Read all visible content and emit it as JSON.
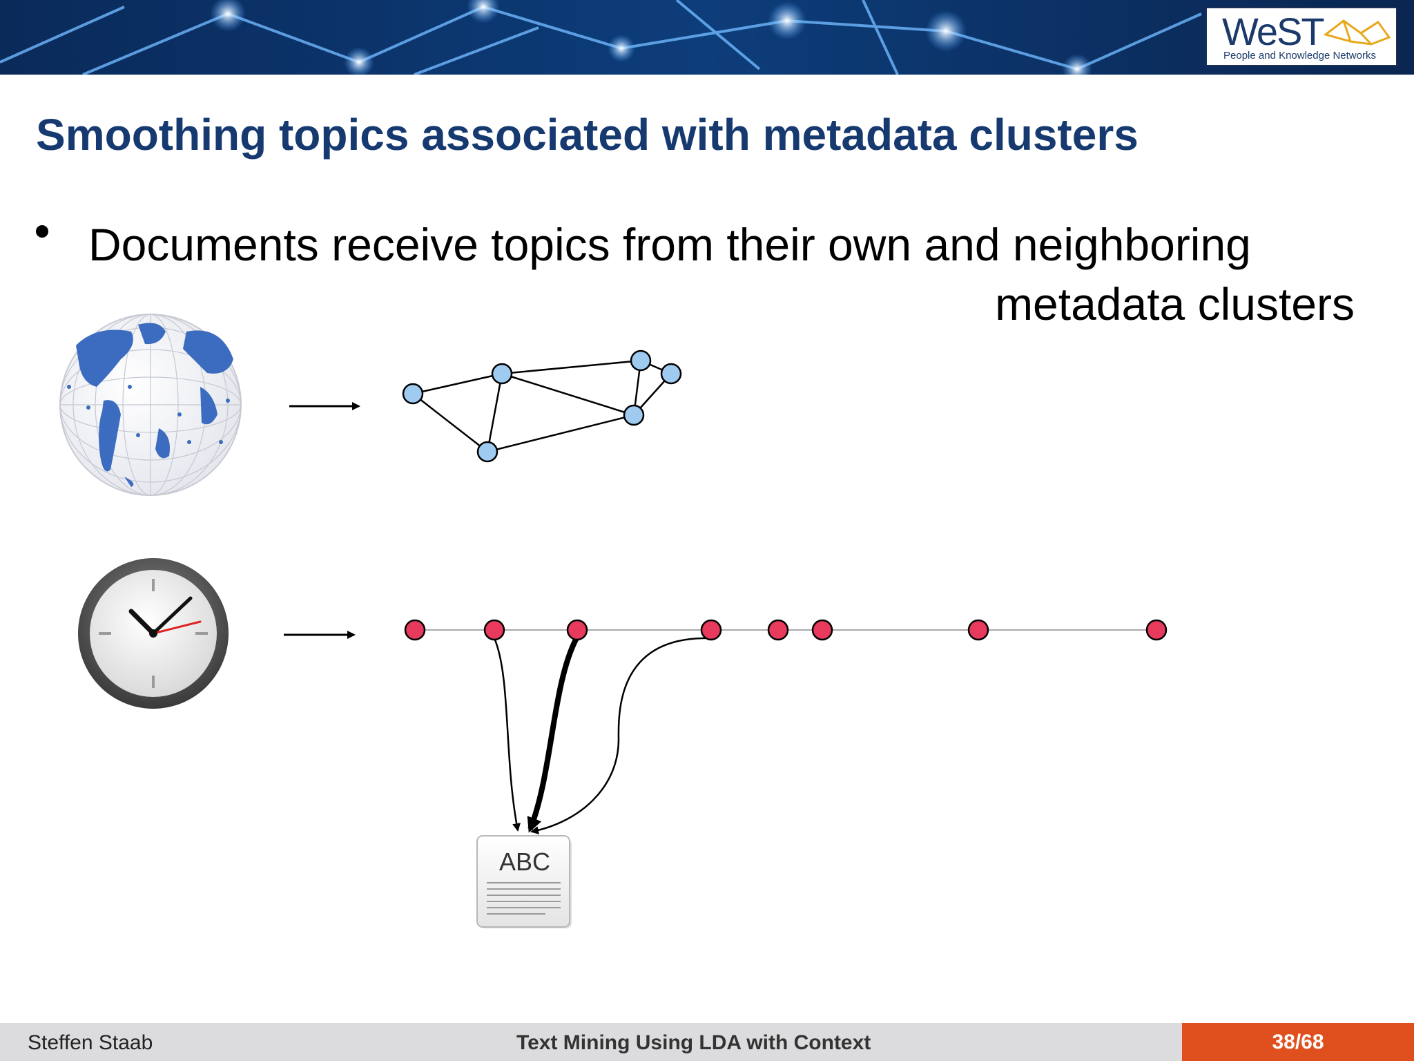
{
  "slide": {
    "title": "Smoothing topics associated with metadata clusters",
    "bullet_line1": "Documents receive topics from their own and neighboring",
    "bullet_line2": "metadata clusters"
  },
  "logo": {
    "word": "WeST",
    "subtitle": "People and Knowledge Networks"
  },
  "document_icon": {
    "label": "ABC"
  },
  "colors": {
    "title": "#163a70",
    "geo_node": "#9fcbf1",
    "time_node": "#e83a5c",
    "footer_bg": "#dcdcde",
    "page_box": "#e0501e"
  },
  "footer": {
    "author": "Steffen Staab",
    "talk_title": "Text Mining Using LDA with Context",
    "page": "38/68"
  }
}
